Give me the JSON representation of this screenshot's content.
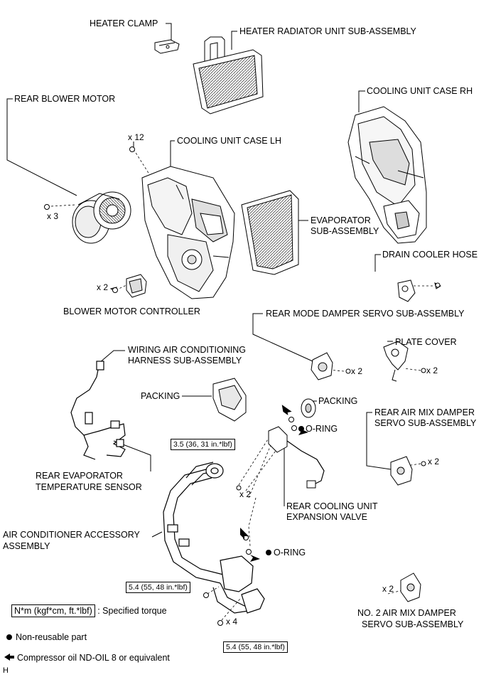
{
  "labels": {
    "heater_clamp": "HEATER CLAMP",
    "heater_radiator": "HEATER RADIATOR UNIT SUB-ASSEMBLY",
    "rear_blower_motor": "REAR BLOWER MOTOR",
    "cooling_case_rh": "COOLING UNIT CASE RH",
    "cooling_case_lh": "COOLING UNIT CASE LH",
    "evaporator_1": "EVAPORATOR",
    "evaporator_2": "SUB-ASSEMBLY",
    "drain_cooler_hose": "DRAIN COOLER HOSE",
    "blower_motor_controller": "BLOWER MOTOR CONTROLLER",
    "rear_mode_damper": "REAR MODE DAMPER SERVO SUB-ASSEMBLY",
    "plate_cover": "PLATE COVER",
    "wiring_harness_1": "WIRING AIR CONDITIONING",
    "wiring_harness_2": "HARNESS SUB-ASSEMBLY",
    "packing_left": "PACKING",
    "packing_right": "PACKING",
    "o_ring_upper": "O-RING",
    "rear_air_mix_1": "REAR AIR MIX DAMPER",
    "rear_air_mix_2": "SERVO SUB-ASSEMBLY",
    "rear_evap_sensor_1": "REAR EVAPORATOR",
    "rear_evap_sensor_2": "TEMPERATURE SENSOR",
    "rear_expansion_valve_1": "REAR COOLING UNIT",
    "rear_expansion_valve_2": "EXPANSION VALVE",
    "ac_accessory_1": "AIR CONDITIONER ACCESSORY",
    "ac_accessory_2": "ASSEMBLY",
    "o_ring_lower": "O-RING",
    "no2_air_mix_1": "NO. 2 AIR MIX DAMPER",
    "no2_air_mix_2": "SERVO SUB-ASSEMBLY"
  },
  "quantities": {
    "x12": "x 12",
    "x3": "x 3",
    "x2_controller": "x 2",
    "x2_drain": "",
    "x2_rear_mode": "x 2",
    "x2_plate": "x 2",
    "x2_air_mix": "x 2",
    "x2_valve": "x 2",
    "x2_no2": "x 2",
    "x4": "x 4"
  },
  "torques": {
    "valve_bolt": "3.5 (36, 31 in.*lbf)",
    "accessory_upper": "5.4 (55, 48 in.*lbf)",
    "accessory_lower": "5.4 (55, 48 in.*lbf)"
  },
  "legend": {
    "specified_torque_box": "N*m (kgf*cm, ft.*lbf)",
    "specified_torque_text": ": Specified torque",
    "non_reusable": "Non-reusable part",
    "compressor_oil": "Compressor oil ND-OIL 8 or equivalent"
  },
  "corner_mark": "H"
}
